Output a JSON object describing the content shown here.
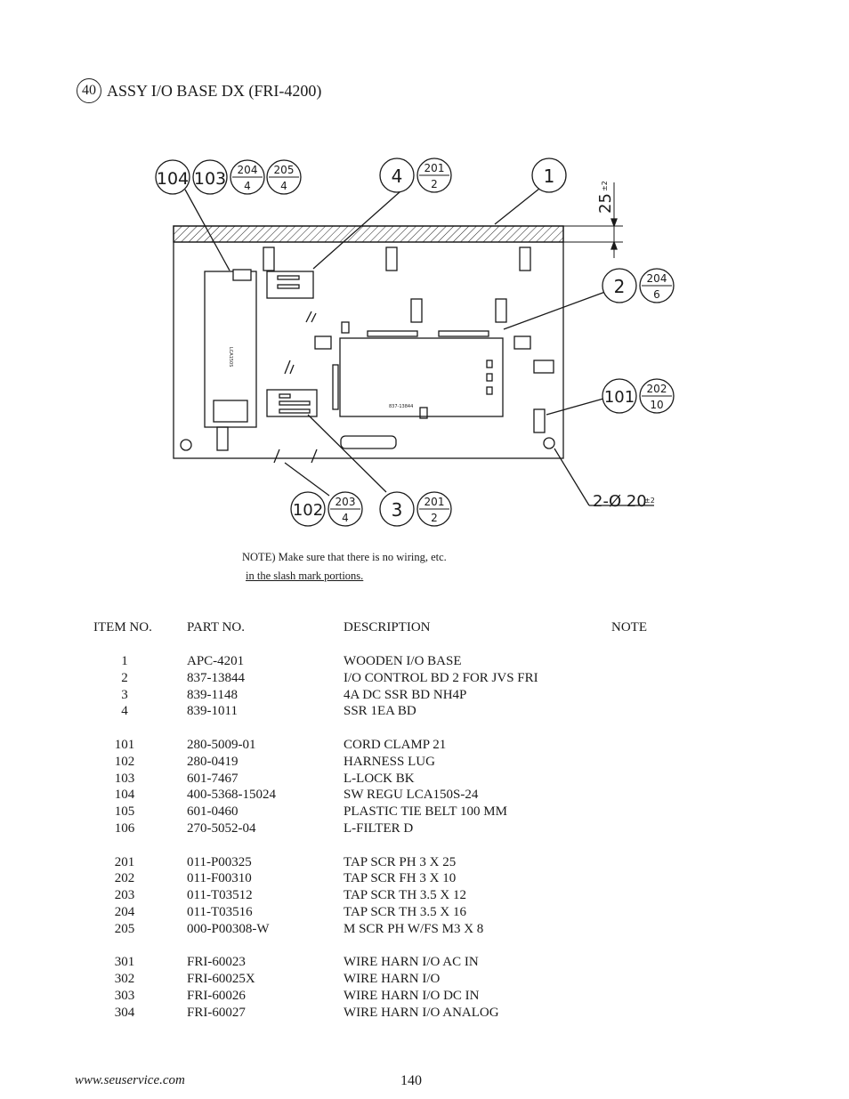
{
  "header": {
    "section_number": "40",
    "title": "ASSY I/O BASE DX (FRI-4200)"
  },
  "diagram": {
    "callouts": {
      "c104": "104",
      "c103": "103",
      "c204a": "204",
      "c204a_q": "4",
      "c205": "205",
      "c205_q": "4",
      "c4": "4",
      "c201a": "201",
      "c201a_q": "2",
      "c1": "1",
      "c2": "2",
      "c204b": "204",
      "c204b_q": "6",
      "c101": "101",
      "c202": "202",
      "c202_q": "10",
      "c102": "102",
      "c203": "203",
      "c203_q": "4",
      "c3": "3",
      "c201b": "201",
      "c201b_q": "2"
    },
    "dims": {
      "top_height": "25",
      "top_tol": "±2",
      "holes": "2-Ø 20",
      "holes_tol": "±2"
    },
    "board_labels": {
      "psu": "LCA150S",
      "io_board": "837-13844"
    }
  },
  "note": {
    "line1": "NOTE)  Make sure that there is no wiring, etc.",
    "line2": "in the slash mark portions."
  },
  "table": {
    "headers": {
      "item": "ITEM NO.",
      "part": "PART NO.",
      "desc": "DESCRIPTION",
      "note": "NOTE"
    },
    "groups": [
      [
        {
          "item": "1",
          "part": "APC-4201",
          "desc": "WOODEN I/O BASE"
        },
        {
          "item": "2",
          "part": "837-13844",
          "desc": "I/O CONTROL BD 2 FOR JVS FRI"
        },
        {
          "item": "3",
          "part": "839-1148",
          "desc": "4A DC SSR BD NH4P"
        },
        {
          "item": "4",
          "part": "839-1011",
          "desc": "SSR 1EA BD"
        }
      ],
      [
        {
          "item": "101",
          "part": "280-5009-01",
          "desc": "CORD CLAMP 21"
        },
        {
          "item": "102",
          "part": "280-0419",
          "desc": "HARNESS LUG"
        },
        {
          "item": "103",
          "part": "601-7467",
          "desc": "L-LOCK BK"
        },
        {
          "item": "104",
          "part": "400-5368-15024",
          "desc": "SW REGU LCA150S-24"
        },
        {
          "item": "105",
          "part": "601-0460",
          "desc": "PLASTIC TIE BELT 100 MM"
        },
        {
          "item": "106",
          "part": "270-5052-04",
          "desc": "L-FILTER D"
        }
      ],
      [
        {
          "item": "201",
          "part": "011-P00325",
          "desc": "TAP SCR PH 3 X 25"
        },
        {
          "item": "202",
          "part": "011-F00310",
          "desc": "TAP SCR FH 3 X 10"
        },
        {
          "item": "203",
          "part": "011-T03512",
          "desc": "TAP SCR TH 3.5 X 12"
        },
        {
          "item": "204",
          "part": "011-T03516",
          "desc": "TAP SCR TH 3.5 X 16"
        },
        {
          "item": "205",
          "part": "000-P00308-W",
          "desc": "M SCR PH W/FS M3 X 8"
        }
      ],
      [
        {
          "item": "301",
          "part": "FRI-60023",
          "desc": "WIRE HARN I/O AC IN"
        },
        {
          "item": "302",
          "part": "FRI-60025X",
          "desc": "WIRE HARN I/O"
        },
        {
          "item": "303",
          "part": "FRI-60026",
          "desc": "WIRE HARN I/O DC IN"
        },
        {
          "item": "304",
          "part": "FRI-60027",
          "desc": "WIRE HARN I/O ANALOG"
        }
      ]
    ]
  },
  "footer": {
    "url": "www.seuservice.com",
    "page": "140"
  }
}
